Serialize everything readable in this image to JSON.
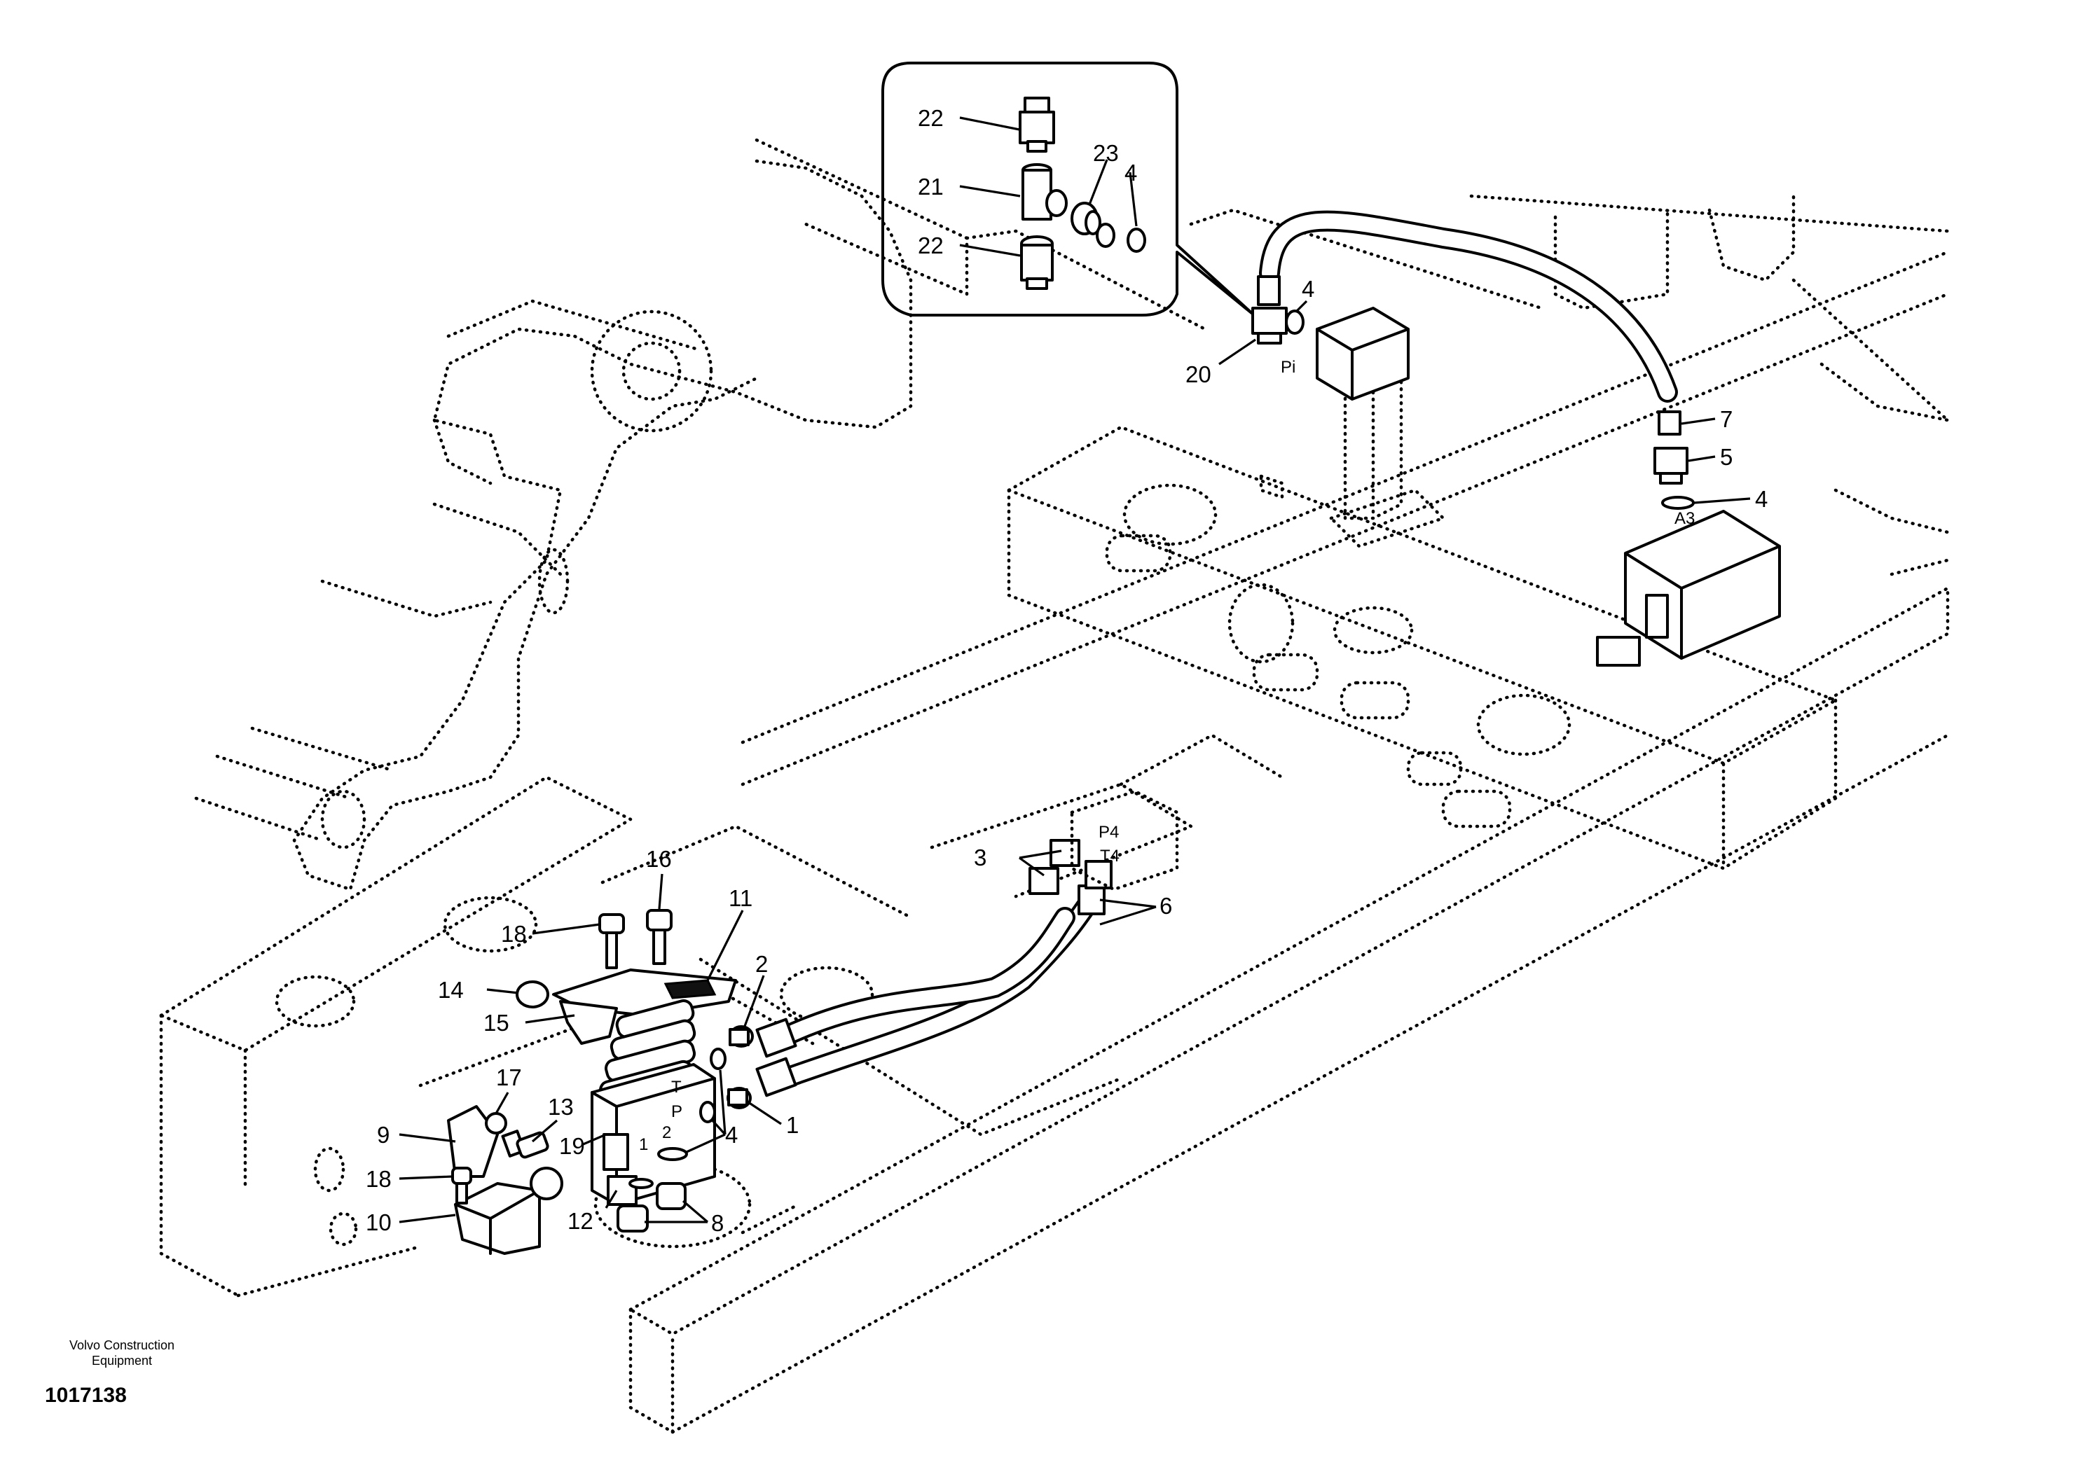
{
  "callouts": [
    {
      "id": "c22a",
      "text": "22"
    },
    {
      "id": "c21",
      "text": "21"
    },
    {
      "id": "c23",
      "text": "23"
    },
    {
      "id": "c4a",
      "text": "4"
    },
    {
      "id": "c22b",
      "text": "22"
    },
    {
      "id": "c4b",
      "text": "4"
    },
    {
      "id": "c20",
      "text": "20"
    },
    {
      "id": "c7",
      "text": "7"
    },
    {
      "id": "c5",
      "text": "5"
    },
    {
      "id": "c4c",
      "text": "4"
    },
    {
      "id": "c3",
      "text": "3"
    },
    {
      "id": "c6",
      "text": "6"
    },
    {
      "id": "c16",
      "text": "16"
    },
    {
      "id": "c11",
      "text": "11"
    },
    {
      "id": "c18a",
      "text": "18"
    },
    {
      "id": "c2",
      "text": "2"
    },
    {
      "id": "c14",
      "text": "14"
    },
    {
      "id": "c15",
      "text": "15"
    },
    {
      "id": "c17",
      "text": "17"
    },
    {
      "id": "c13",
      "text": "13"
    },
    {
      "id": "c1",
      "text": "1"
    },
    {
      "id": "c9",
      "text": "9"
    },
    {
      "id": "c4d",
      "text": "4"
    },
    {
      "id": "c19",
      "text": "19"
    },
    {
      "id": "c18b",
      "text": "18"
    },
    {
      "id": "c12",
      "text": "12"
    },
    {
      "id": "c8",
      "text": "8"
    },
    {
      "id": "c10",
      "text": "10"
    }
  ],
  "ports": {
    "pi": "Pi",
    "a3": "A3",
    "p4": "P4",
    "t4": "T4",
    "valve_t": "T",
    "valve_p": "P",
    "valve_1": "1",
    "valve_2": "2"
  },
  "footer": {
    "manufacturer_line1": "Volvo Construction",
    "manufacturer_line2": "Equipment",
    "document_number": "1017138"
  }
}
